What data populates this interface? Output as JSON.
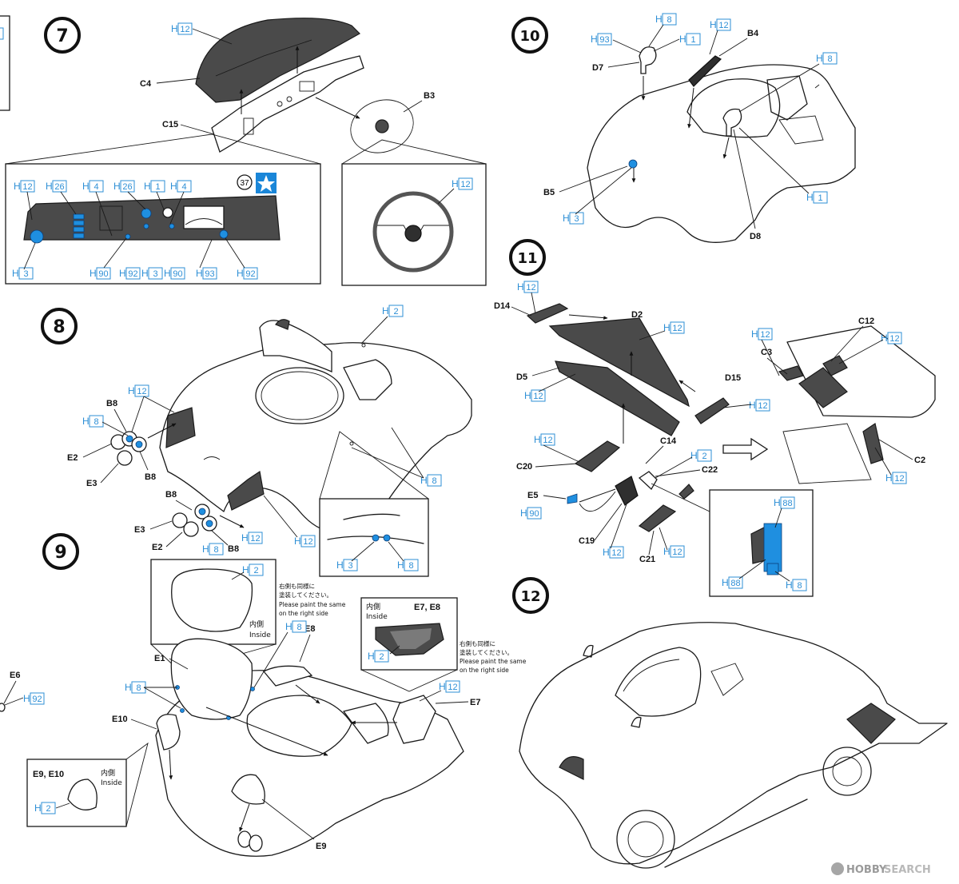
{
  "steps": {
    "s7": {
      "num": "7",
      "parts": {
        "c4": "C4",
        "c15": "C15",
        "b3": "B3",
        "marker": "37"
      }
    },
    "s8": {
      "num": "8",
      "parts": {
        "b8a": "B8",
        "b8b": "B8",
        "b8c": "B8",
        "b8d": "B8",
        "e2a": "E2",
        "e2b": "E2",
        "e3a": "E3",
        "e3b": "E3"
      }
    },
    "s9": {
      "num": "9",
      "parts": {
        "e1": "E1",
        "e8": "E8",
        "e7": "E7",
        "e10": "E10",
        "e9": "E9",
        "e6": "E6",
        "e9e10": "E9, E10",
        "e7e8": "E7, E8"
      },
      "inside_jp": "内側",
      "inside_en": "Inside",
      "note_jp_1": "右側も同様に",
      "note_jp_2": "塗装してください。",
      "note_en_1": "Please paint the same",
      "note_en_2": "on the right side"
    },
    "s10": {
      "num": "10",
      "parts": {
        "b4": "B4",
        "d7": "D7",
        "b5": "B5",
        "d8": "D8"
      }
    },
    "s11": {
      "num": "11",
      "parts": {
        "d14": "D14",
        "d2": "D2",
        "d5": "D5",
        "d15": "D15",
        "c3": "C3",
        "c12": "C12",
        "c2": "C2",
        "c14": "C14",
        "c22": "C22",
        "c20": "C20",
        "e5": "E5",
        "c19": "C19",
        "c21": "C21"
      }
    },
    "s12": {
      "num": "12"
    }
  },
  "paint_prefix": "H",
  "paint_codes": {
    "h12": "12",
    "h26": "26",
    "h4": "4",
    "h1": "1",
    "h3": "3",
    "h2": "2",
    "h8": "8",
    "h90": "90",
    "h92": "92",
    "h93": "93",
    "h88": "88"
  },
  "watermark": {
    "logo": "HOBBY",
    "text": "SEARCH"
  },
  "colors": {
    "paint_label": "#2d8fd6",
    "highlight_part": "#1f8fe0",
    "step_badge": "#111111",
    "star_badge": "#1a86d8"
  },
  "icons": [
    "star-icon",
    "watermark-logo-icon"
  ]
}
